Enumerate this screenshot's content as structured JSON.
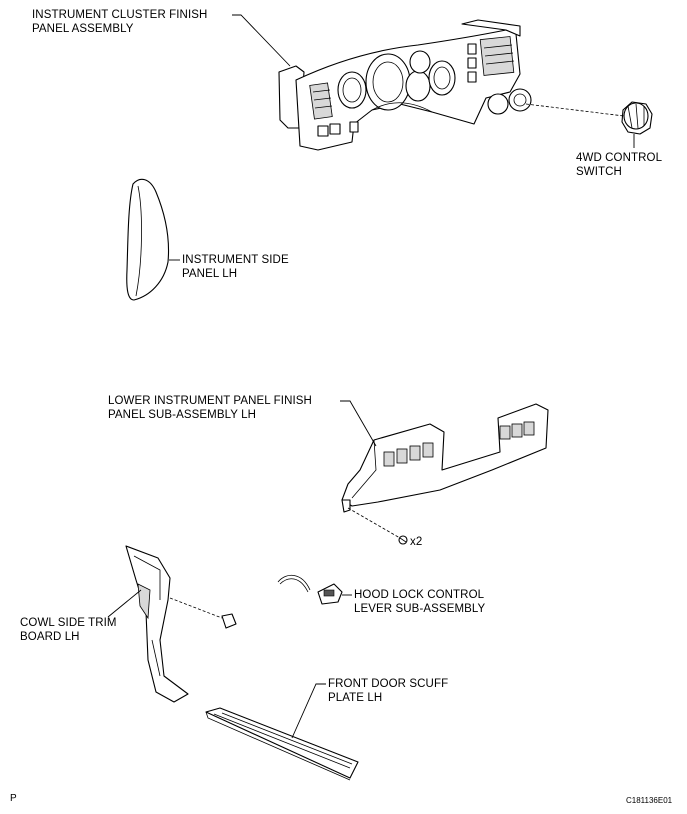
{
  "labels": {
    "instrument_cluster_line1": "INSTRUMENT CLUSTER FINISH",
    "instrument_cluster_line2": "PANEL ASSEMBLY",
    "switch_4wd_line1": "4WD CONTROL",
    "switch_4wd_line2": "SWITCH",
    "instrument_side_line1": "INSTRUMENT SIDE",
    "instrument_side_line2": "PANEL LH",
    "lower_panel_line1": "LOWER INSTRUMENT PANEL FINISH",
    "lower_panel_line2": "PANEL SUB-ASSEMBLY LH",
    "screw_qty": "x2",
    "hood_lock_line1": "HOOD LOCK CONTROL",
    "hood_lock_line2": "LEVER SUB-ASSEMBLY",
    "cowl_side_line1": "COWL SIDE TRIM",
    "cowl_side_line2": "BOARD LH",
    "scuff_plate_line1": "FRONT DOOR SCUFF",
    "scuff_plate_line2": "PLATE LH"
  },
  "footer": {
    "corner_mark": "P",
    "figure_code": "C181136E01"
  }
}
